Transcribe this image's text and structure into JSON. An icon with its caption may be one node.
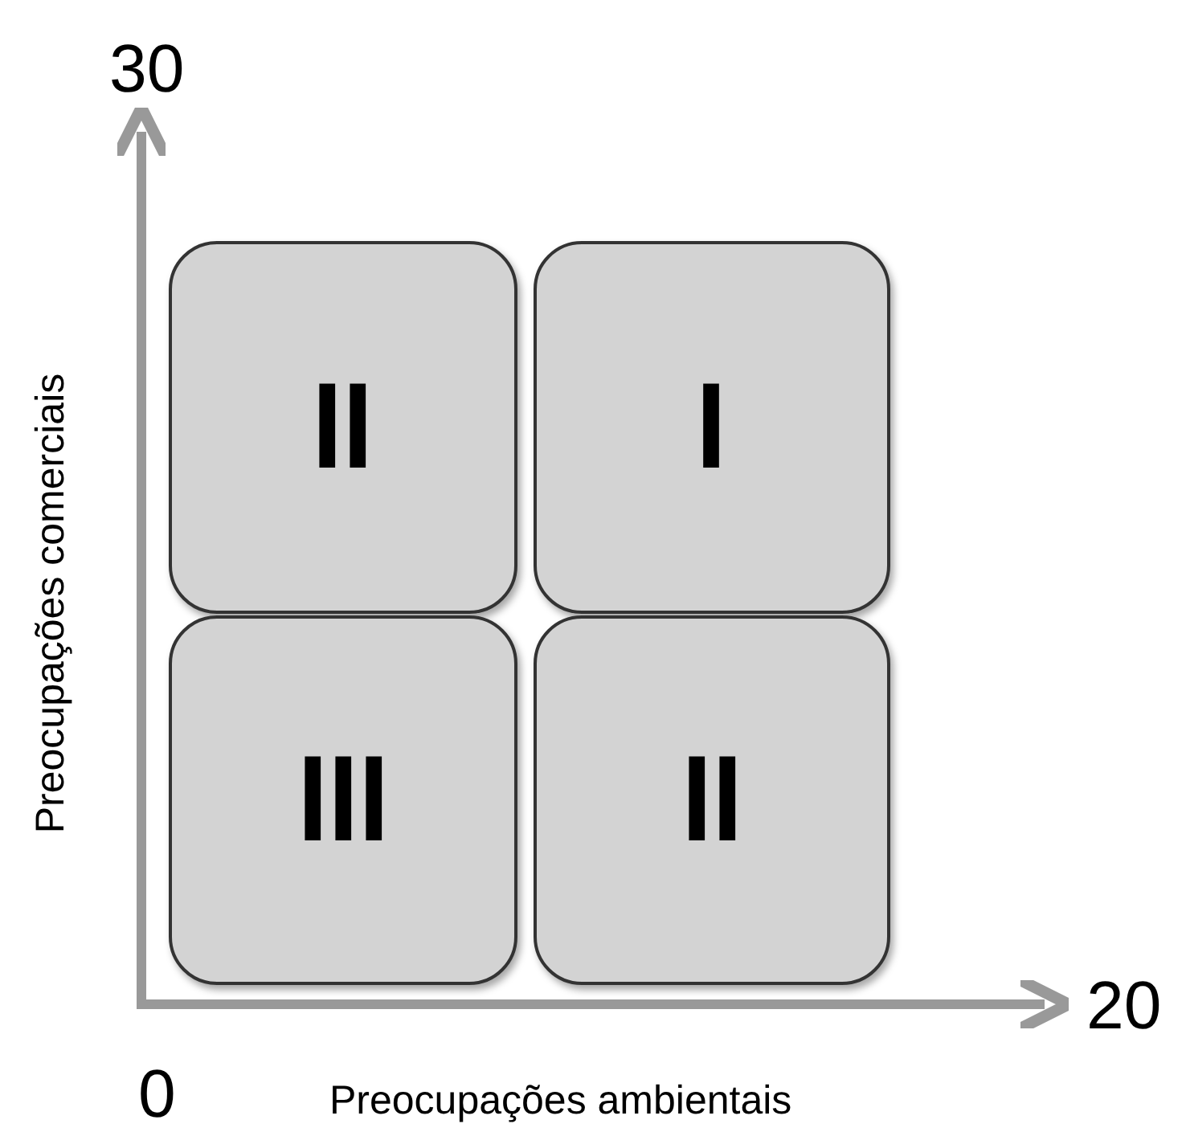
{
  "diagram": {
    "nodes": [
      {
        "text": [
          "II"
        ]
      },
      {
        "text": [
          "I"
        ]
      },
      {
        "text": [
          "III"
        ]
      },
      {
        "text": [
          "II"
        ]
      }
    ],
    "labels": [
      "30",
      "Preocupações comerciais",
      "20",
      "0",
      "Preocupações ambientais"
    ]
  }
}
